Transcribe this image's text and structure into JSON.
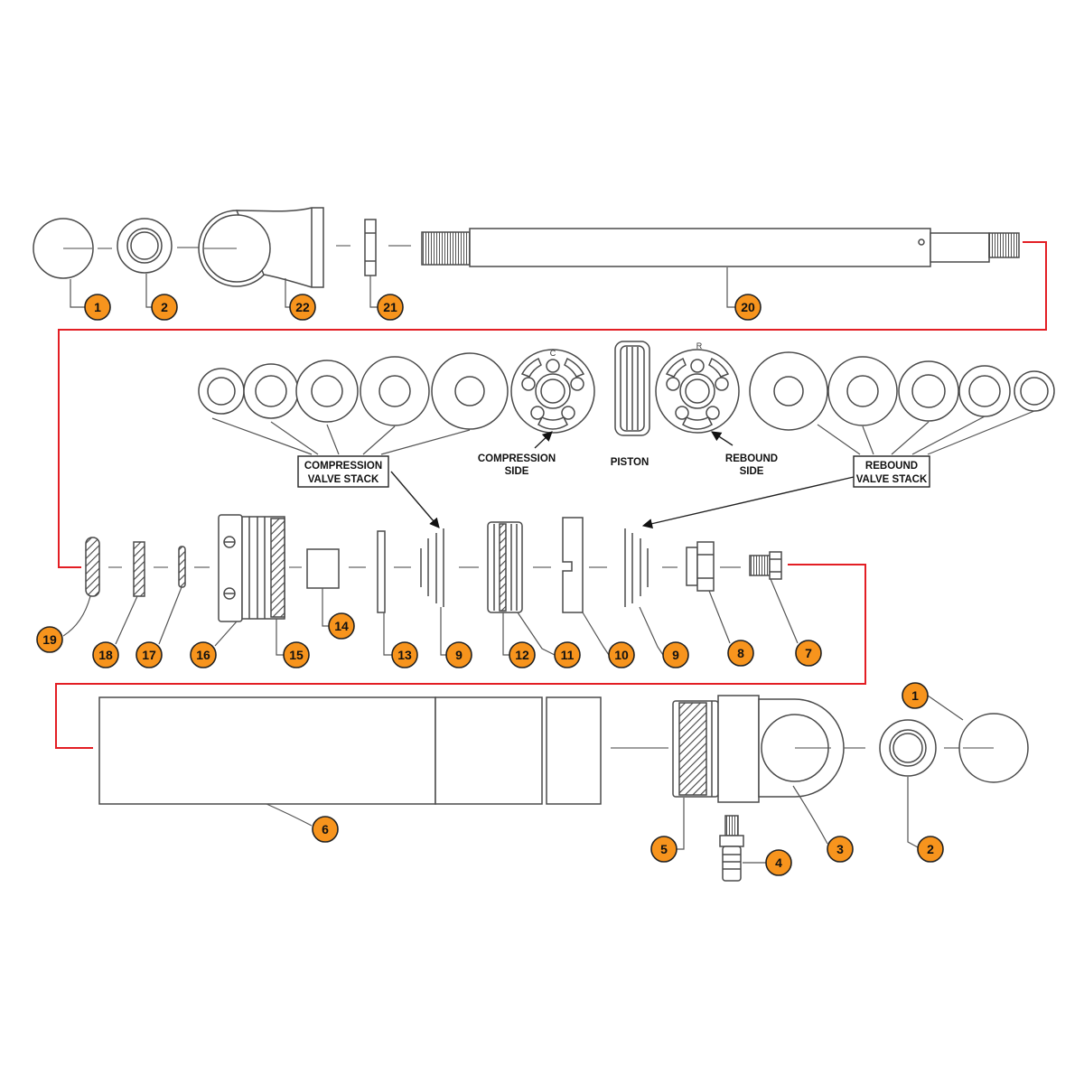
{
  "callouts": [
    "1",
    "2",
    "22",
    "21",
    "20",
    "19",
    "18",
    "17",
    "16",
    "15",
    "14",
    "13",
    "9",
    "12",
    "11",
    "10",
    "9",
    "8",
    "7",
    "6",
    "5",
    "4",
    "3",
    "2",
    "1"
  ],
  "labels": {
    "compression_valve_stack": [
      "COMPRESSION",
      "VALVE STACK"
    ],
    "compression_side": [
      "COMPRESSION",
      "SIDE"
    ],
    "piston": "PISTON",
    "rebound_side": [
      "REBOUND",
      "SIDE"
    ],
    "rebound_valve_stack": [
      "REBOUND",
      "VALVE STACK"
    ],
    "piston_marks": {
      "compression": "C",
      "rebound": "R"
    }
  },
  "colors": {
    "callout_fill": "#F7941D",
    "connector_line": "#E31E24",
    "drawing_line": "#4a4a4a",
    "background": "#FFFFFF"
  }
}
